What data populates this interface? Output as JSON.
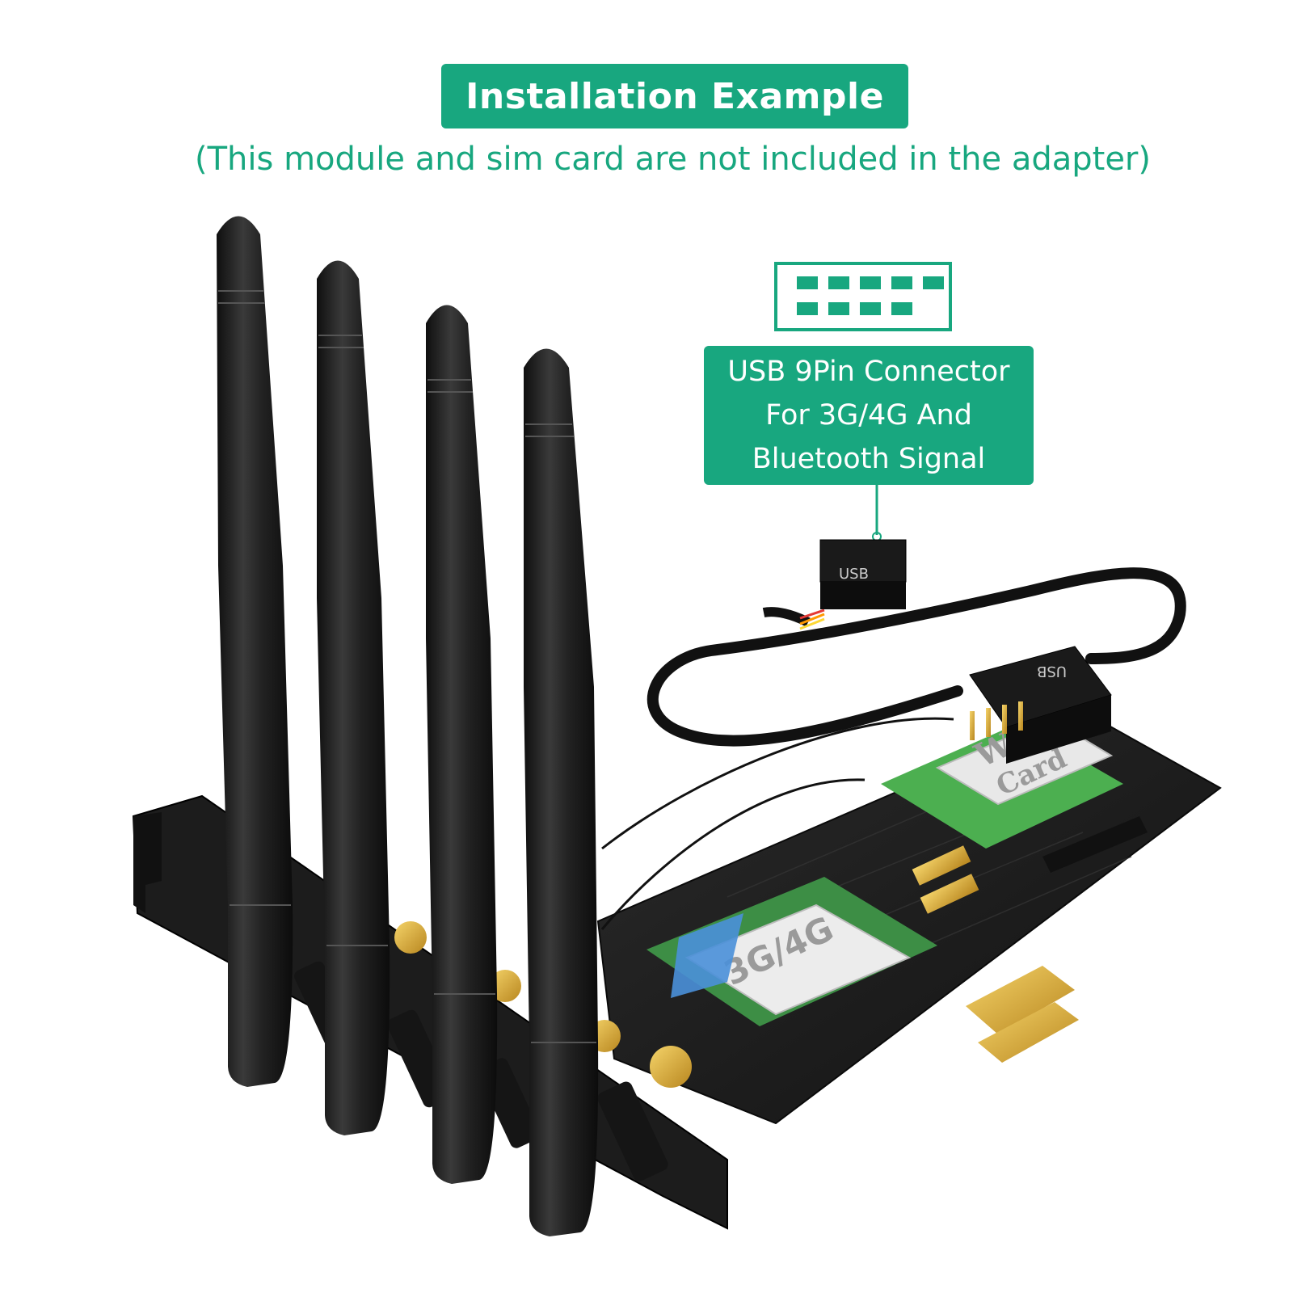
{
  "header": {
    "title": "Installation Example",
    "subtitle": "(This module and sim card are not included in the adapter)"
  },
  "callout": {
    "lines": [
      "USB 9Pin Connector",
      "For 3G/4G And",
      "Bluetooth Signal"
    ]
  },
  "board_labels": {
    "wifi_line1": "WiFi",
    "wifi_line2": "Card",
    "lte": "3G/4G",
    "usb_small": "USB",
    "usb_header": "USB"
  },
  "colors": {
    "accent": "#18a77f",
    "pcb": "#1a1a1a",
    "gold": "#e0b83a",
    "module_green": "#4caf50",
    "antenna": "#202020"
  },
  "icons": [
    "usb-9pin-connector-icon",
    "antenna-icon",
    "usb-cable-icon"
  ]
}
